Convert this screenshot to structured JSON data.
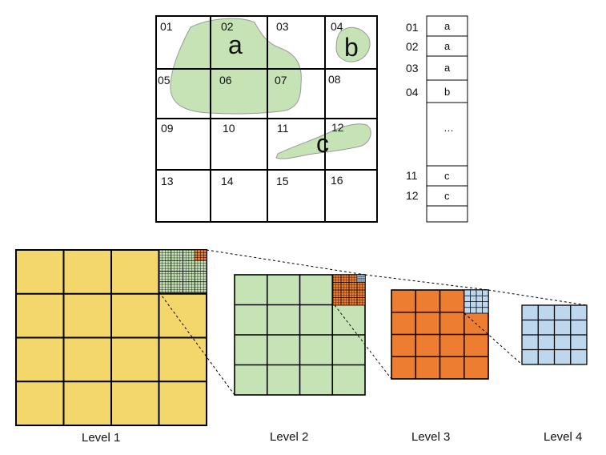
{
  "grid": {
    "cell_labels": [
      "01",
      "02",
      "03",
      "04",
      "05",
      "06",
      "07",
      "08",
      "09",
      "10",
      "11",
      "12",
      "13",
      "14",
      "15",
      "16"
    ],
    "regions": [
      "a",
      "b",
      "c"
    ]
  },
  "index_table": {
    "rows": [
      {
        "id": "01",
        "value": "a"
      },
      {
        "id": "02",
        "value": "a"
      },
      {
        "id": "03",
        "value": "a"
      },
      {
        "id": "04",
        "value": "b"
      },
      {
        "id": "",
        "value": "…"
      },
      {
        "id": "11",
        "value": "c"
      },
      {
        "id": "12",
        "value": "c"
      },
      {
        "id": "",
        "value": ""
      }
    ]
  },
  "levels": [
    "Level 1",
    "Level 2",
    "Level 3",
    "Level 4"
  ],
  "colors": {
    "region_fill": "#c6e3b5",
    "region_stroke": "#9a9a9a",
    "level1_fill": "#f4d76a",
    "level2_fill": "#c6e3b5",
    "level3_fill": "#ed7d31",
    "level4_fill": "#bdd7ee",
    "line": "#000000"
  }
}
